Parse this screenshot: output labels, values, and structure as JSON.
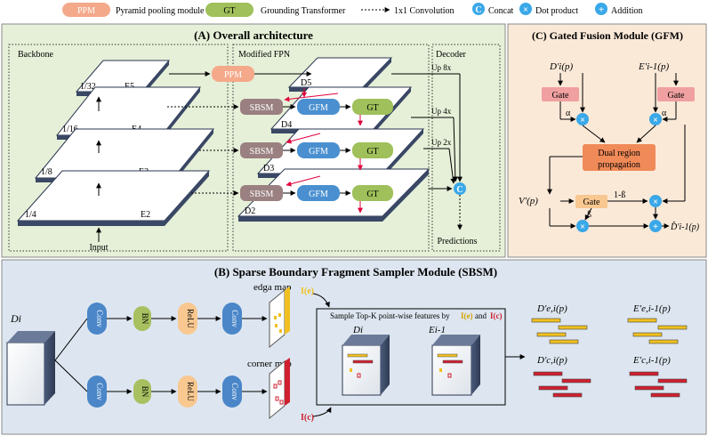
{
  "legend": {
    "ppm_abbr": "PPM",
    "ppm_text": "Pyramid pooling module",
    "gt_abbr": "GT",
    "gt_text": "Grounding Transformer",
    "conv_text": "1x1 Convolution",
    "concat_symbol": "C",
    "concat_text": "Concat",
    "dot_symbol": "×",
    "dot_text": "Dot product",
    "add_symbol": "+",
    "add_text": "Addition"
  },
  "panel_a": {
    "title": "(A) Overall architecture",
    "backbone_label": "Backbone",
    "fpn_label": "Modified FPN",
    "decoder_label": "Decoder",
    "scales": [
      "1/32",
      "1/16",
      "1/8",
      "1/4"
    ],
    "encoders": [
      "E5",
      "E4",
      "E3",
      "E2"
    ],
    "decoders": [
      "D5",
      "D4",
      "D3",
      "D2"
    ],
    "input_label": "Input",
    "predictions_label": "Predictions",
    "ppm": "PPM",
    "sbsm": "SBSM",
    "gfm": "GFM",
    "gt": "GT",
    "upsample": [
      "Up  8x",
      "Up  4x",
      "Up  2x"
    ],
    "concat_symbol": "C"
  },
  "panel_c": {
    "title": "(C) Gated Fusion Module (GFM)",
    "d_in": "D'i(p)",
    "e_in": "E'i-1(p)",
    "gate": "Gate",
    "alpha": "α",
    "dual_region": [
      "Dual region",
      "propagation"
    ],
    "v_label": "V'(p)",
    "beta": "ß",
    "one_minus_beta": "1-ß",
    "output": "D̂'i-1(p)",
    "dot_symbol": "×",
    "add_symbol": "+"
  },
  "panel_b": {
    "title": "(B) Sparse Boundary Fragment Sampler Module (SBSM)",
    "d_label": "Di",
    "conv": "Conv",
    "bn": "BN",
    "relu": "ReLU",
    "edge_map": "edga map",
    "corner_map": "corner map",
    "ie": "I(e)",
    "ic": "I(c)",
    "sample_text": "Sample Top-K point-wise features by",
    "and_text": "and",
    "di_cube": "Di",
    "ei_cube": "Ei-1",
    "out_labels": [
      "D'e,i(p)",
      "E'e,i-1(p)",
      "D'c,i(p)",
      "E'c,i-1(p)"
    ]
  },
  "colors": {
    "panel_a_bg": "#e6f0d8",
    "panel_c_bg": "#fbe9d8",
    "panel_b_bg": "#dde6f0",
    "ppm_fill": "#f4a98a",
    "gt_fill": "#9fc05a",
    "gfm_fill": "#4a90d0",
    "sbsm_fill": "#9a8080",
    "gate_fill": "#f0a0a0",
    "dual_fill": "#f08a58",
    "conv_fill": "#4a86c8",
    "bn_fill": "#a8c060",
    "relu_fill": "#f8c890",
    "edge_yellow": "#f0c020",
    "corner_red": "#d02030",
    "arrow_red": "#e0003c"
  }
}
